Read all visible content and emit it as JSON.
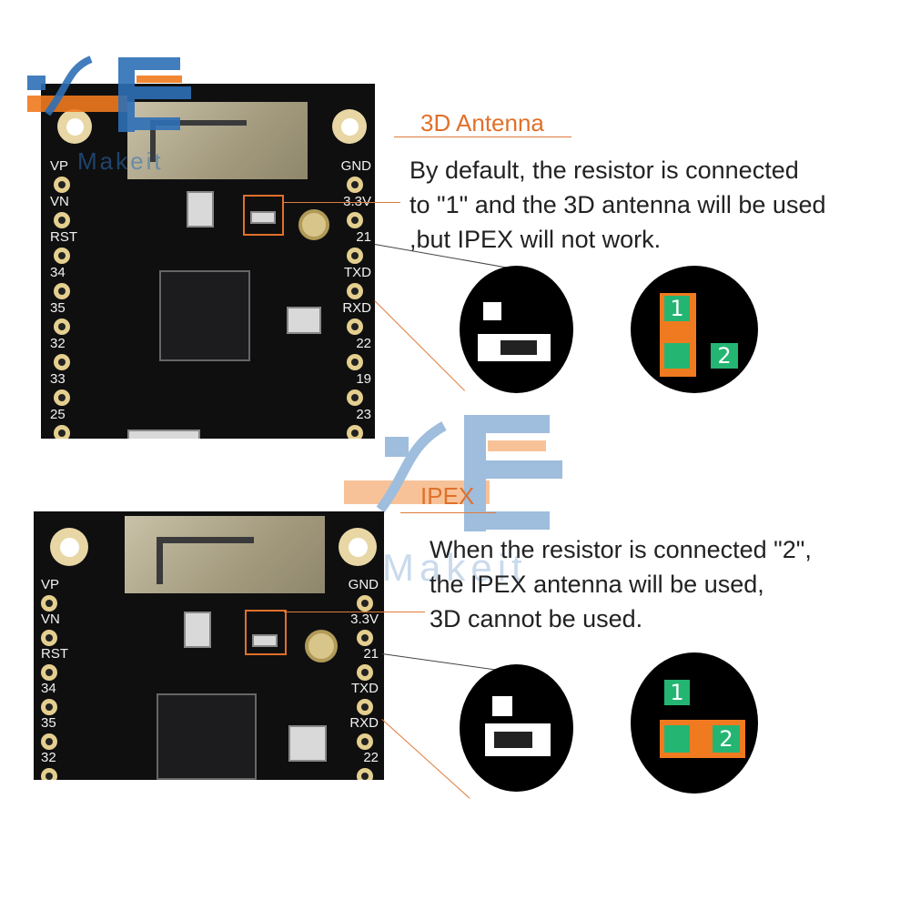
{
  "brand": {
    "name": "Makeit",
    "colors": {
      "orange": "#f07a1f",
      "blue": "#2d6fb6"
    }
  },
  "top": {
    "heading": "3D Antenna",
    "description": "By default, the resistor is connected\nto \"1\" and the 3D antenna will be used\n,but IPEX will not work.",
    "diagram": {
      "label_1": "1",
      "label_2": "2",
      "resistor_position": "1"
    },
    "pins_left": [
      "VP",
      "VN",
      "RST",
      "34",
      "35",
      "32",
      "33",
      "25"
    ],
    "pins_right": [
      "GND",
      "3.3V",
      "21",
      "TXD",
      "RXD",
      "22",
      "19",
      "23"
    ]
  },
  "bottom": {
    "heading": "IPEX",
    "description": "When the resistor is connected \"2\",\nthe IPEX antenna will be used,\n3D cannot be used.",
    "diagram": {
      "label_1": "1",
      "label_2": "2",
      "resistor_position": "2"
    },
    "pins_left": [
      "VP",
      "VN",
      "RST",
      "34",
      "35",
      "32"
    ],
    "pins_right": [
      "GND",
      "3.3V",
      "21",
      "TXD",
      "RXD",
      "22"
    ]
  },
  "colors": {
    "accent": "#e0702a",
    "green": "#24b573",
    "board": "#0f0f10"
  }
}
